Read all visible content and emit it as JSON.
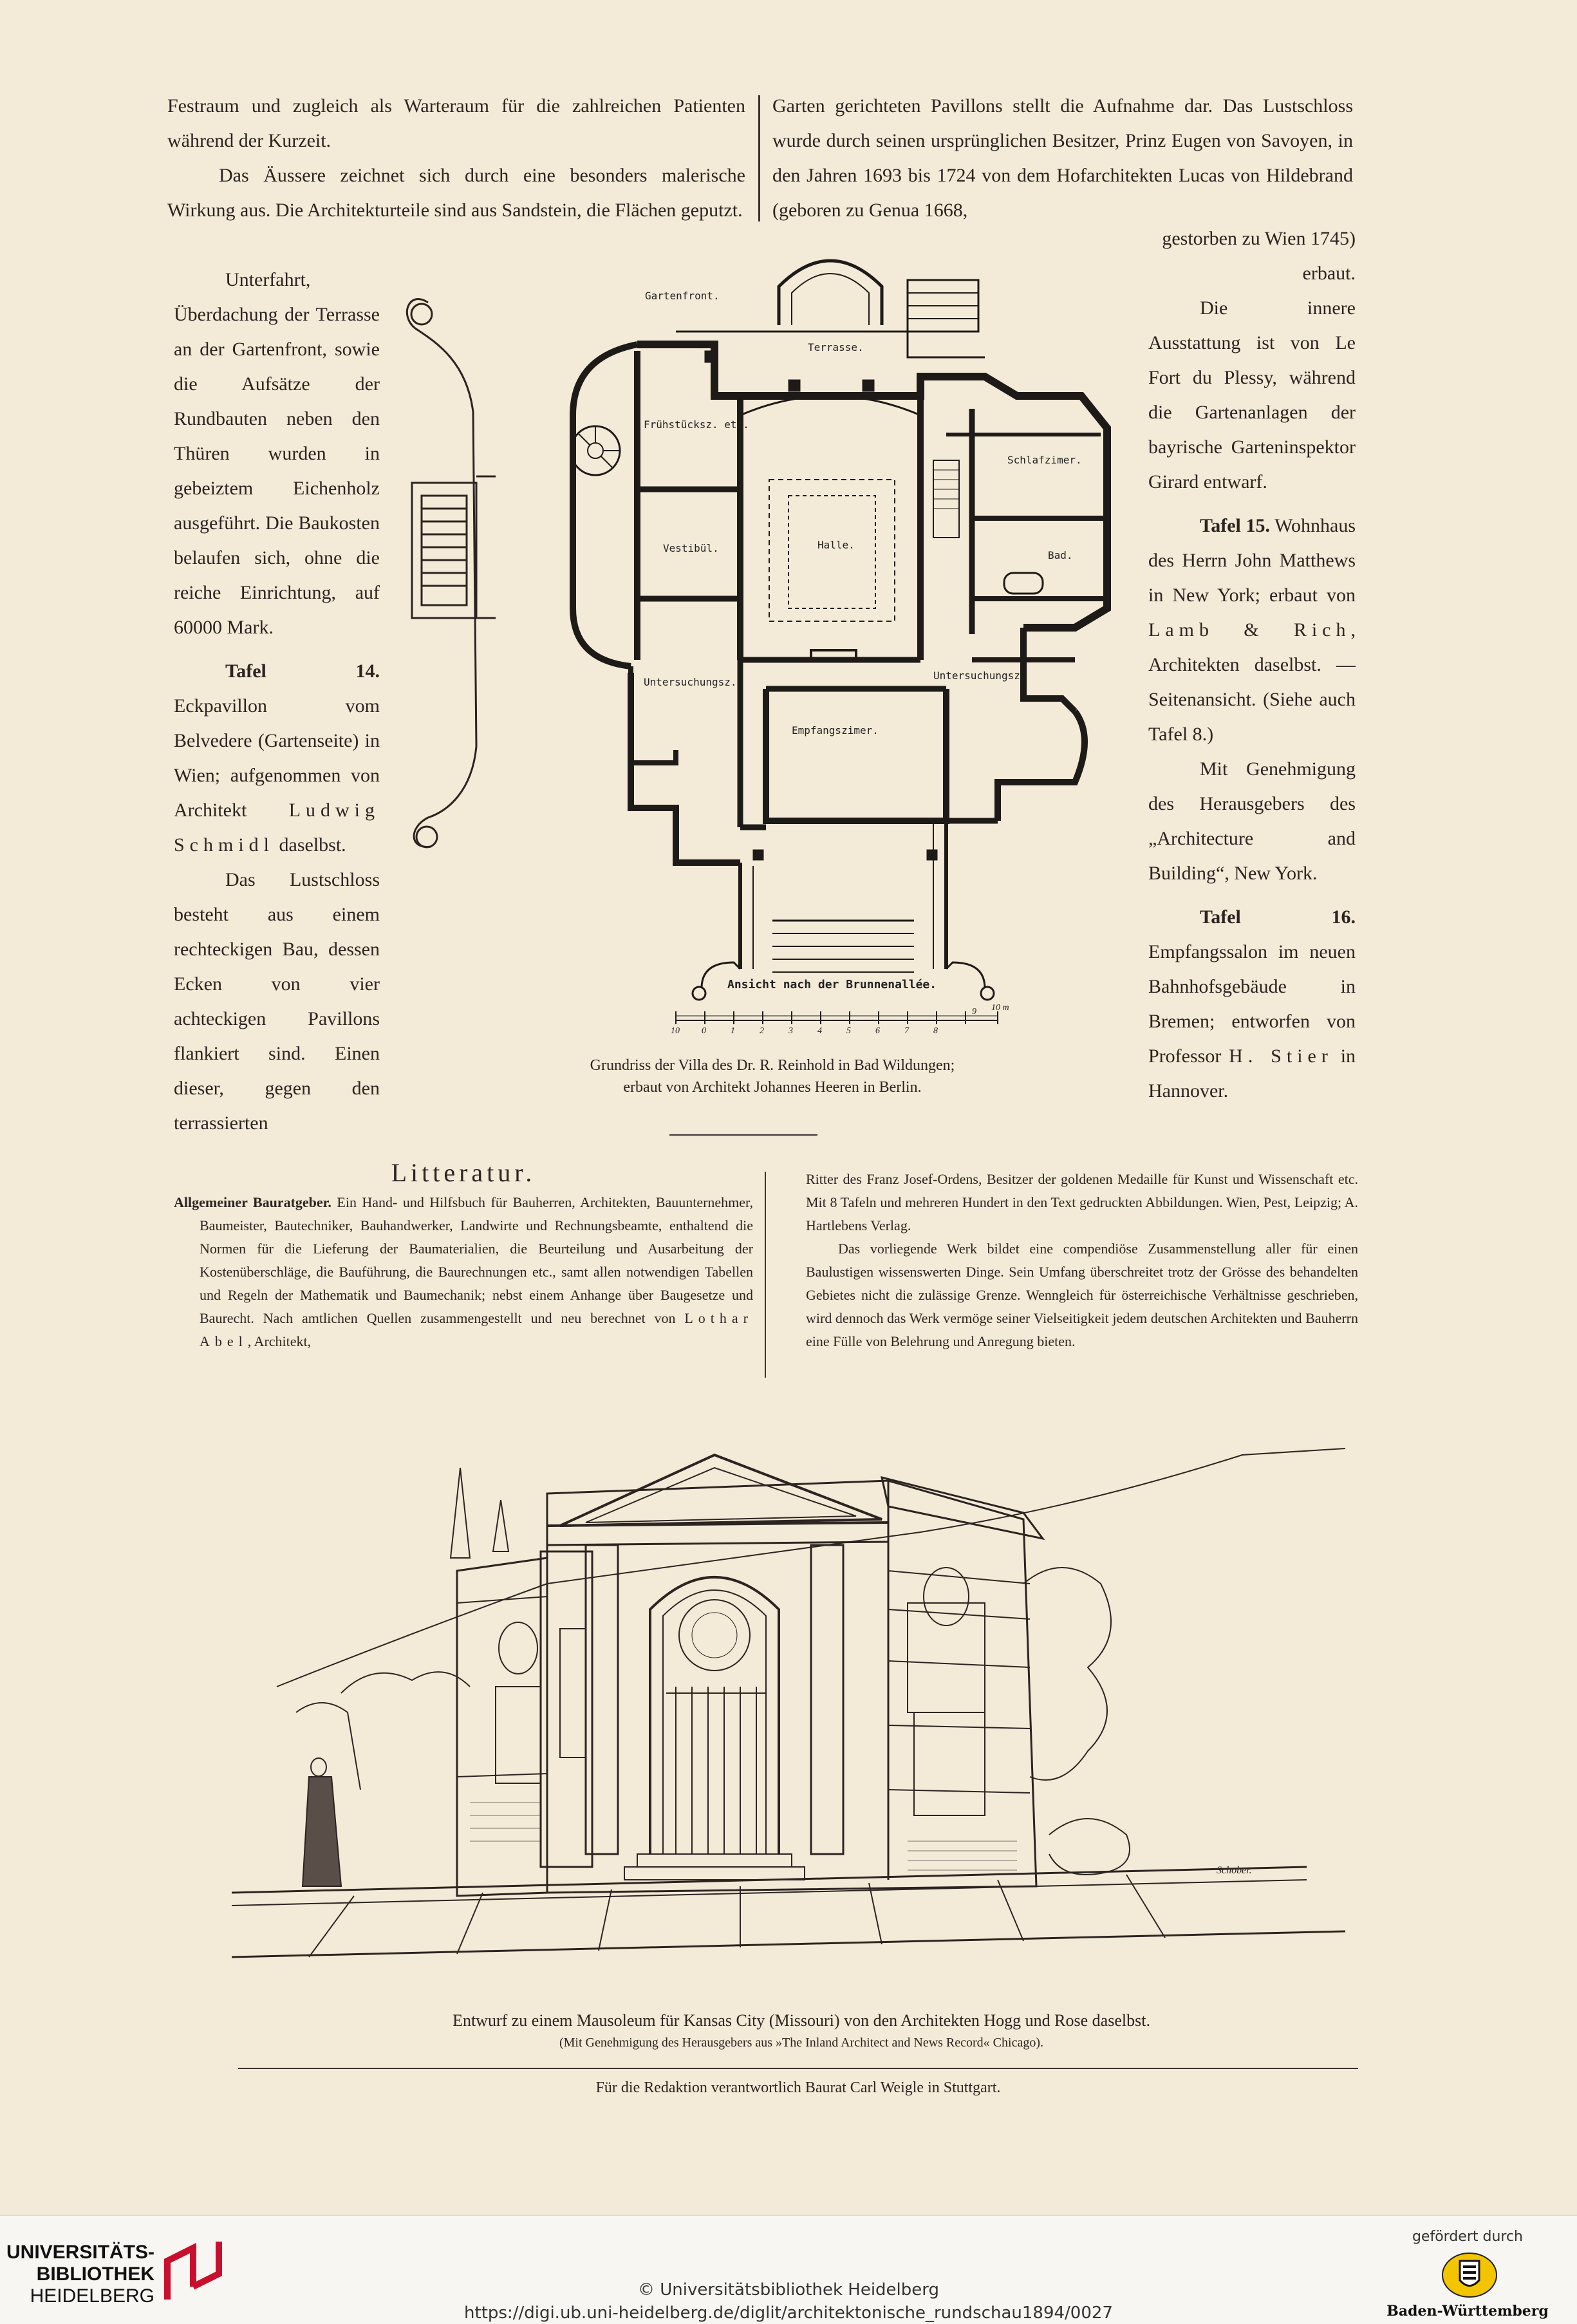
{
  "left_col": {
    "intro": "Festraum und zugleich als Warteraum für die zahlreichen Patienten während der Kurzeit.",
    "p2": "Das Äussere zeichnet sich durch eine besonders malerische Wirkung aus. Die Architekturteile sind aus Sandstein, die Flächen geputzt.",
    "p3": "Unterfahrt, Überdachung der Terrasse an der Gartenfront, sowie die Aufsätze der Rundbauten neben den Thüren wurden in gebeiztem Eichenholz ausgeführt. Die Baukosten belaufen sich, ohne die reiche Einrichtung, auf 60000 Mark.",
    "tafel14_head": "Tafel 14.",
    "tafel14_a": "Eckpavillon vom Belvedere (Gartenseite) in Wien; aufgenommen von Architekt",
    "tafel14_name": "Ludwig Schmidl",
    "tafel14_b": "daselbst.",
    "p5": "Das Lustschloss besteht aus einem rechteckigen Bau, dessen Ecken von vier achteckigen Pavillons flankiert sind. Einen dieser, gegen den terrassierten"
  },
  "right_top": {
    "p1": "Garten gerichteten Pavillons stellt die Aufnahme dar. Das Lustschloss wurde durch seinen ursprünglichen Besitzer, Prinz Eugen von Savoyen, in den Jahren 1693 bis 1724 von dem Hofarchitekten Lucas von Hildebrand (geboren zu Genua 1668,"
  },
  "right_col": {
    "p1": "gestorben zu Wien 1745) erbaut.",
    "p2": "Die innere Ausstattung ist von Le Fort du Plessy, während die Gartenanlagen der bayrische Garteninspektor Girard entwarf.",
    "tafel15_head": "Tafel 15.",
    "tafel15_a": "Wohnhaus des Herrn John Matthews in New York; erbaut von",
    "tafel15_name": "Lamb & Rich",
    "tafel15_b": ", Architekten daselbst. — Seitenansicht. (Siehe auch Tafel 8.)",
    "p4": "Mit Genehmigung des Herausgebers des „Architecture and Building“, New York.",
    "tafel16_head": "Tafel 16.",
    "tafel16_a": "Empfangssalon im neuen Bahnhofsgebäude in Bremen; entworfen von Professor",
    "tafel16_name": "H. Stier",
    "tafel16_b": "in Hannover."
  },
  "plan": {
    "labels": {
      "gartenfront": "Gartenfront.",
      "terrasse": "Terrasse.",
      "fruehstueck": "Frühstücksz. etc.",
      "schlafzimmer": "Schlafzimer.",
      "vestibuel": "Vestibül.",
      "halle": "Halle.",
      "bad": "Bad.",
      "untersuchung_l": "Untersuchungsz.",
      "untersuchung_r": "Untersuchungsz.",
      "empfang": "Empfangszimer.",
      "ansicht": "Ansicht nach der Brunnenallée."
    },
    "scale_numbers": [
      "10",
      "0",
      "1",
      "2",
      "3",
      "4",
      "5",
      "6",
      "7",
      "8",
      "9",
      "10 m"
    ],
    "caption1": "Grundriss der Villa des Dr. R. Reinhold in Bad Wildungen;",
    "caption2": "erbaut von Architekt Johannes Heeren in Berlin."
  },
  "literatur": {
    "heading": "Litteratur.",
    "entry_title": "Allgemeiner Bauratgeber.",
    "entry_a": "Ein Hand- und Hilfsbuch für Bauherren, Architekten, Bauunternehmer, Baumeister, Bautechniker, Bauhandwerker, Landwirte und Rechnungsbeamte, enthaltend die Normen für die Lieferung der Baumaterialien, die Beurteilung und Ausarbeitung der Kostenüberschläge, die Bauführung, die Baurechnungen etc., samt allen notwendigen Tabellen und Regeln der Mathematik und Baumechanik; nebst einem Anhange über Baugesetze und Baurecht. Nach amtlichen Quellen zusammengestellt und neu berechnet von",
    "entry_author": "Lothar Abel",
    "entry_b": ", Architekt,",
    "right_p1": "Ritter des Franz Josef-Ordens, Besitzer der goldenen Medaille für Kunst und Wissenschaft etc. Mit 8 Tafeln und mehreren Hundert in den Text gedruckten Abbildungen. Wien, Pest, Leipzig; A. Hartlebens Verlag.",
    "right_p2": "Das vorliegende Werk bildet eine compendiöse Zusammenstellung aller für einen Baulustigen wissenswerten Dinge. Sein Umfang überschreitet trotz der Grösse des behandelten Gebietes nicht die zulässige Grenze. Wenngleich für österreichische Verhältnisse geschrieben, wird dennoch das Werk vermöge seiner Vielseitigkeit jedem deutschen Architekten und Bauherrn eine Fülle von Belehrung und Anregung bieten."
  },
  "mausoleum": {
    "signature": "Schober.",
    "caption1": "Entwurf zu einem Mausoleum für Kansas City (Missouri) von den Architekten Hogg und Rose daselbst.",
    "caption2": "(Mit Genehmigung des Herausgebers aus »The Inland Architect and News Record« Chicago)."
  },
  "redaktion": "Für die Redaktion verantwortlich Baurat Carl Weigle in Stuttgart.",
  "footer": {
    "library_line1": "UNIVERSITÄTS-",
    "library_line2": "BIBLIOTHEK",
    "library_line3": "HEIDELBERG",
    "copyright": "© Universitätsbibliothek Heidelberg",
    "url": "https://digi.ub.uni-heidelberg.de/diglit/architektonische_rundschau1894/0027",
    "funded_by": "gefördert durch",
    "state": "Baden-Württemberg",
    "brand_color": "#c8102e"
  }
}
